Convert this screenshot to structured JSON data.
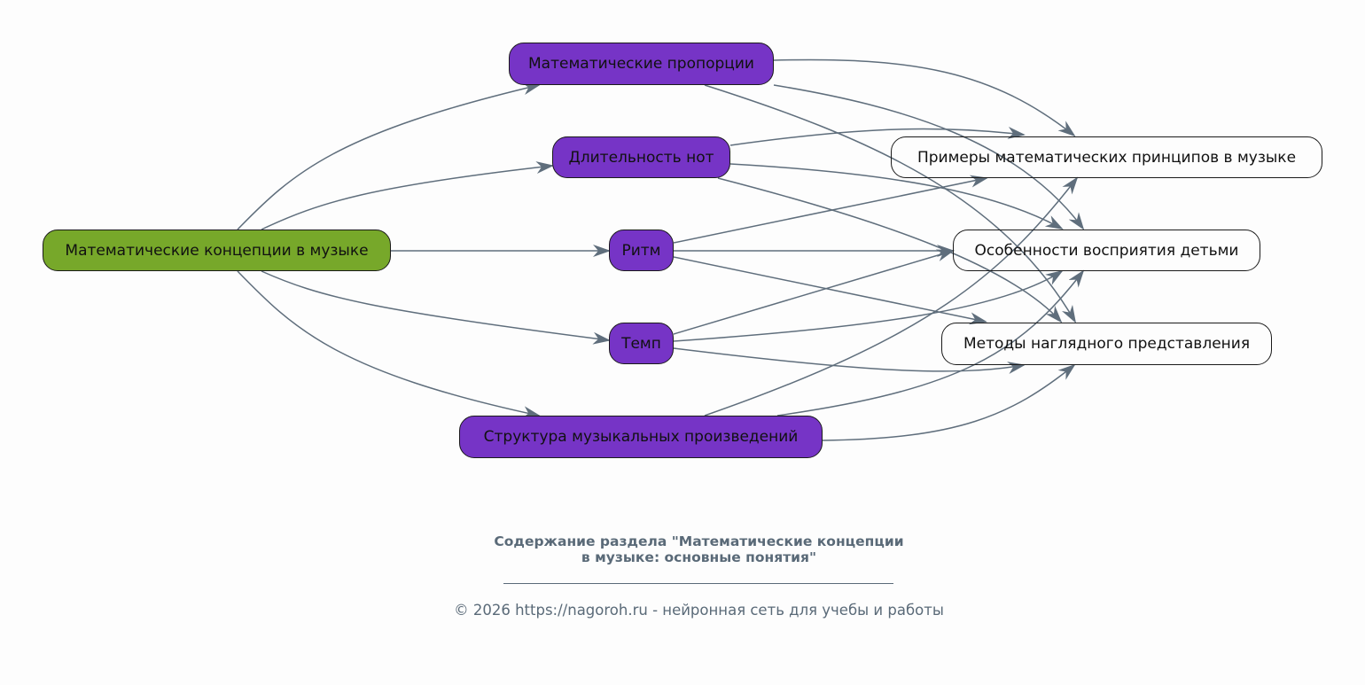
{
  "colors": {
    "root_fill": "#77a82a",
    "topic_fill": "#7634c6",
    "leaf_fill": "#ffffff",
    "edge": "#5f6e7c",
    "caption": "#5a6a78"
  },
  "nodes": {
    "root": {
      "label": "Математические концепции в музыке"
    },
    "proportions": {
      "label": "Математические пропорции"
    },
    "durations": {
      "label": "Длительность нот"
    },
    "rhythm": {
      "label": "Ритм"
    },
    "tempo": {
      "label": "Темп"
    },
    "structure": {
      "label": "Структура музыкальных произведений"
    },
    "examples": {
      "label": "Примеры математических принципов в музыке"
    },
    "perception": {
      "label": "Особенности восприятия детьми"
    },
    "methods": {
      "label": "Методы наглядного представления"
    }
  },
  "edges": [
    {
      "from": "root",
      "to": "proportions"
    },
    {
      "from": "root",
      "to": "durations"
    },
    {
      "from": "root",
      "to": "rhythm"
    },
    {
      "from": "root",
      "to": "tempo"
    },
    {
      "from": "root",
      "to": "structure"
    },
    {
      "from": "proportions",
      "to": "examples"
    },
    {
      "from": "proportions",
      "to": "perception"
    },
    {
      "from": "proportions",
      "to": "methods"
    },
    {
      "from": "durations",
      "to": "examples"
    },
    {
      "from": "durations",
      "to": "perception"
    },
    {
      "from": "durations",
      "to": "methods"
    },
    {
      "from": "rhythm",
      "to": "examples"
    },
    {
      "from": "rhythm",
      "to": "perception"
    },
    {
      "from": "rhythm",
      "to": "methods"
    },
    {
      "from": "tempo",
      "to": "examples"
    },
    {
      "from": "tempo",
      "to": "perception"
    },
    {
      "from": "tempo",
      "to": "methods"
    },
    {
      "from": "structure",
      "to": "examples"
    },
    {
      "from": "structure",
      "to": "perception"
    },
    {
      "from": "structure",
      "to": "methods"
    }
  ],
  "caption": {
    "line1": "Содержание раздела \"Математические концепции",
    "line2": "в музыке: основные понятия\""
  },
  "footer": "© 2026 https://nagoroh.ru - нейронная сеть для учебы и работы"
}
